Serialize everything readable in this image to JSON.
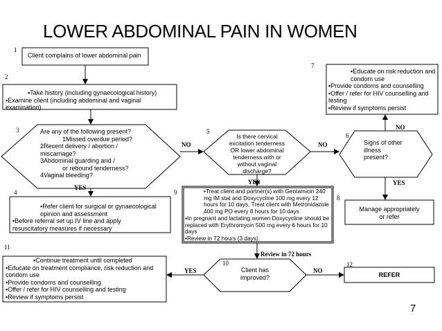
{
  "title": "LOWER ABDOMINAL PAIN IN WOMEN",
  "page_number": "7",
  "steps": {
    "s1": {
      "number": "1",
      "lines": [
        "Client complains of lower abdominal pain"
      ]
    },
    "s2": {
      "number": "2",
      "lines": [
        "▪Take history (including gynaecological history)",
        "▪Examine client (including abdominal and vaginal",
        "examination)"
      ]
    },
    "s3": {
      "number": "3",
      "lines": [
        "Are any of the following present?",
        "1Missed overdue period?",
        "2Recent delivery / abortion /",
        "miscarriage?",
        "3Abdominal guarding and /",
        "or rebound tenderness?",
        "4Vaginal bleeding?"
      ]
    },
    "s4": {
      "number": "4",
      "lines": [
        "▪Refer client for surgical or gynaecological",
        "opinion and assessment",
        "▪Before referral set up IV line and apply",
        "resuscitatory measures if necessary"
      ]
    },
    "s5": {
      "number": "5",
      "lines": [
        "Is there cervical",
        "excitation tenderness",
        "OR lower abdominal",
        "tenderness with or",
        "without vaginal",
        "discharge?"
      ]
    },
    "s6": {
      "number": "6",
      "lines": [
        "Signs of other",
        "illness",
        "present?"
      ]
    },
    "s7": {
      "number": "7",
      "lines": [
        "▪Educate on risk reduction and",
        "condom use",
        "▪Provide condoms and counselling",
        "▪Offer / refer for HIV counselling and",
        "testing",
        "▪Review if symptoms  persist"
      ]
    },
    "s8": {
      "number": "8",
      "lines": [
        "Manage appropriately",
        "or refer"
      ]
    },
    "s9": {
      "number": "9",
      "lines": [
        "▪Treat client and partner(s) with Gentamicin 240",
        "mg IM stat and Doxycycline 100 mg every 12",
        "hours for 10 days, Treat client with Metronidazole",
        "400 mg PO every 8 hours for 10 days",
        "▪In pregnant and lactating women Doxycycline should be",
        "replaced with Erythromycin 500 mg every 6 hours for 10",
        "days",
        "▪Review in 72 hours (3 days)"
      ]
    },
    "s10": {
      "number": "10",
      "lines": [
        "Client has",
        "improved?"
      ]
    },
    "s11": {
      "number": "11",
      "lines": [
        "▪Continue treatment until completed",
        "▪Educate on treatment compliance, risk reduction and",
        "condom use",
        "▪Provide condoms and counselling",
        "▪Offer / refer for HIV counselling and testing",
        "▪Review if symptoms  persist"
      ]
    },
    "s12": {
      "number": "12",
      "lines": [
        "REFER"
      ]
    }
  },
  "edge_labels": {
    "s3_yes": "YES",
    "s3_no": "NO",
    "s5_no": "NO",
    "s5_yes": "YES",
    "s6_no": "NO",
    "s6_yes": "YES",
    "s9_out": "Review in 72 hours",
    "s10_yes": "YES",
    "s10_no": "NO"
  },
  "colors": {
    "stroke": "#000000",
    "background": "#ffffff"
  }
}
